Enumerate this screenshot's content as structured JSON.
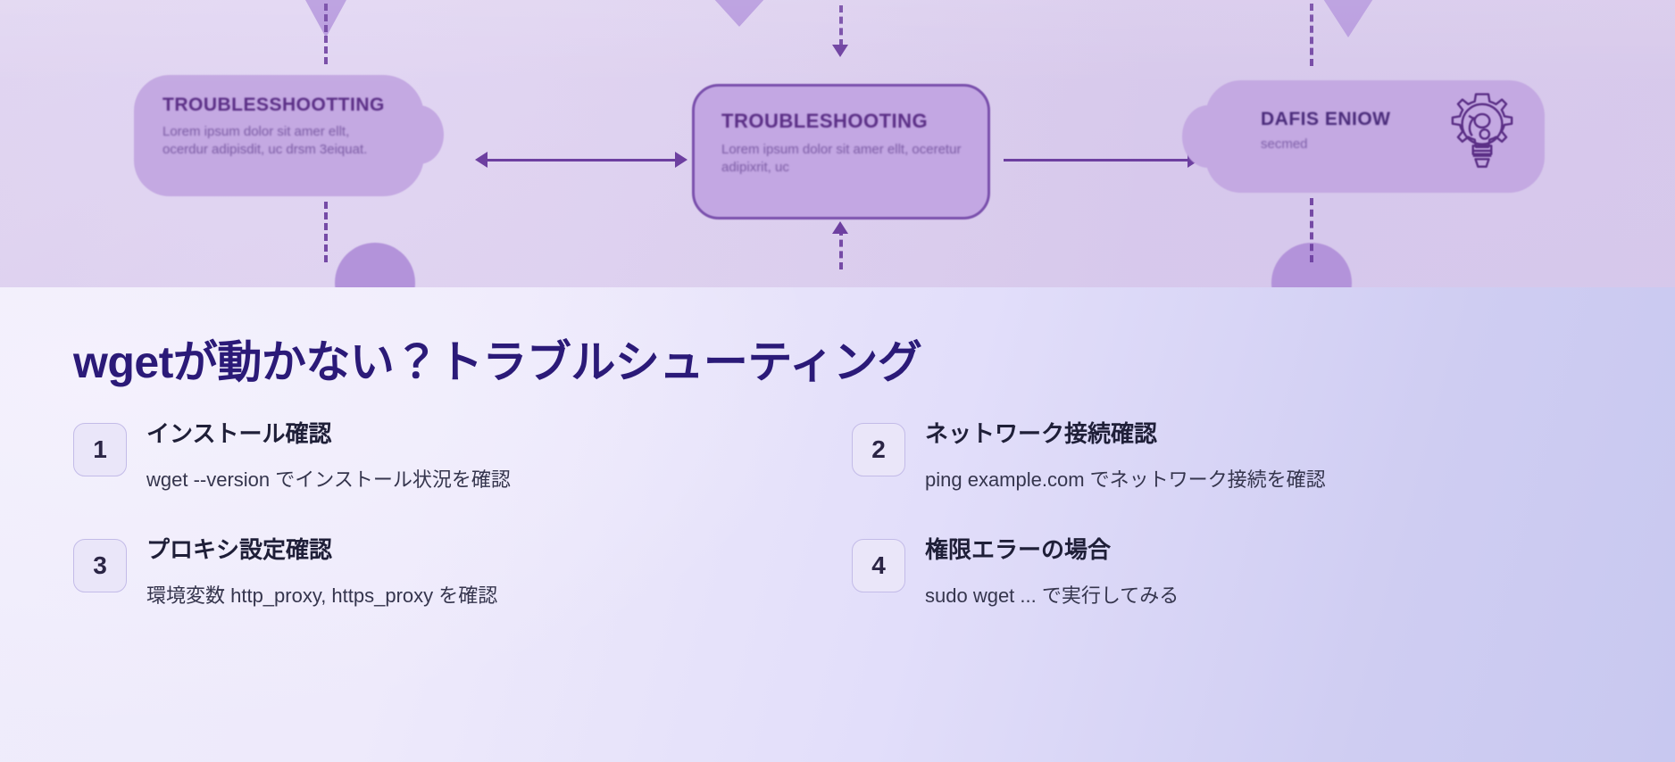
{
  "hero": {
    "alt": "troubleshooting flowchart illustration",
    "nodes": [
      {
        "id": "left",
        "title": "TROUBLESSHOOTTING",
        "body": "Lorem ipsum dolor sit amer ellt, ocerdur adipisdit, uc drsm 3eiquat."
      },
      {
        "id": "center",
        "title": "TROUBLESHOOTING",
        "body": "Lorem ipsum dolor sit amer ellt, oceretur adipixrit, uc"
      },
      {
        "id": "right",
        "title": "DAFIS ENIOW",
        "body": "secmed",
        "icon": "gear-lightbulb-icon"
      }
    ]
  },
  "section": {
    "heading": "wgetが動かない？トラブルシューティング",
    "steps": [
      {
        "number": "1",
        "title": "インストール確認",
        "desc": "wget --version でインストール状況を確認"
      },
      {
        "number": "2",
        "title": "ネットワーク接続確認",
        "desc": "ping example.com でネットワーク接続を確認"
      },
      {
        "number": "3",
        "title": "プロキシ設定確認",
        "desc": "環境変数 http_proxy, https_proxy を確認"
      },
      {
        "number": "4",
        "title": "権限エラーの場合",
        "desc": "sudo wget ... で実行してみる"
      }
    ]
  },
  "colors": {
    "heading": "#2b1a78",
    "badge_bg": "#eae6f9",
    "badge_border": "#c3bbe8",
    "badge_text": "#2b2545",
    "step_title": "#1f1f38",
    "step_desc": "#35354d",
    "hero_bg": "#dcd0ee",
    "node_fill": "#c4a9e2",
    "node_stroke": "#7b51ad",
    "connector": "#6d3fa0"
  }
}
